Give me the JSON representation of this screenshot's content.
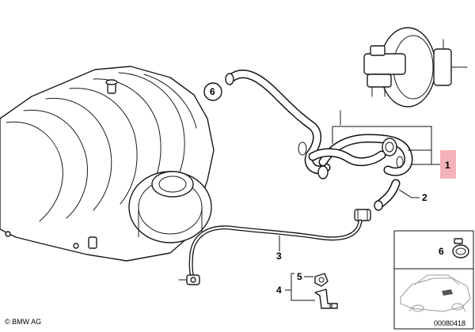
{
  "callouts": {
    "c1": "1",
    "c2": "2",
    "c3": "3",
    "c4": "4",
    "c5": "5",
    "c6_top": "6",
    "c6_inset": "6"
  },
  "highlight_color": "#f4b3b8",
  "footer": {
    "copyright": "© BMW AG",
    "diagram_number": "00080418"
  }
}
